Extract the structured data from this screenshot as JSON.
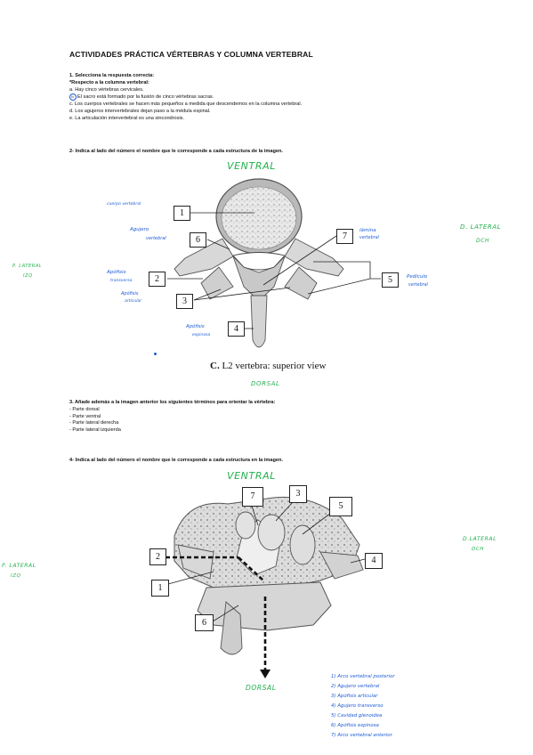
{
  "title": "ACTIVIDADES PRÁCTICA VÉRTEBRAS Y COLUMNA VERTEBRAL",
  "q1": {
    "heading": "1. Selecciona la respuesta correcta:",
    "subheading": "*Respecto a la columna vertebral:",
    "options": [
      "a. Hay cinco vértebras cervicales.",
      "El sacro está formado por la fusión de cinco vértebras sacras.",
      "c. Los cuerpos vertebrales se hacen más pequeños a medida que descendemos en la columna vertebral.",
      "d. Los agujeros intervertebrales dejan paso a la médula espinal.",
      "e. La articulación intervertebral es una sincondrosis."
    ],
    "selected_letter": "b."
  },
  "q2": {
    "heading": "2- Indica al lado del número el nombre que le corresponde a cada estructura de la imagen.",
    "caption_letter": "C.",
    "caption_text": "L2 vertebra: superior view",
    "boxes": [
      "1",
      "2",
      "3",
      "4",
      "5",
      "6",
      "7"
    ],
    "hw": {
      "ventral": "VENTRAL",
      "dorsal": "DORSAL",
      "lat_right": "D. LATERAL",
      "lat_right_sub": "DCH",
      "lat_left": "P. LATERAL",
      "lat_left_sub": "IZQ",
      "cuerpo": "cuerpo vertebral",
      "agujero": "Agujero",
      "agujero2": "vertebral",
      "lamina": "lámina",
      "lamina2": "vertebral",
      "pediculo": "Pedículo",
      "pediculo2": "vertebral",
      "ap_trans": "Apófisis",
      "ap_trans2": "transversa",
      "ap_art": "Apófisis",
      "ap_art2": "articular",
      "ap_esp": "Apófisis",
      "ap_esp2": "espinosa"
    }
  },
  "q3": {
    "heading": "3. Añade además a la imagen anterior los siguientes términos para orientar la vértebra:",
    "items": [
      "- Parte dorsal",
      "- Parte ventral",
      "- Parte lateral derecha",
      "- Parte lateral izquierda"
    ]
  },
  "q4": {
    "heading": "4- Indica al lado del número el nombre que le corresponde a cada estructura en la imagen.",
    "boxes": [
      "1",
      "2",
      "3",
      "4",
      "5",
      "6",
      "7"
    ],
    "hw": {
      "ventral": "VENTRAL",
      "dorsal": "DORSAL",
      "lat_right": "D.LATERAL",
      "lat_right_sub": "DCH",
      "lat_left": "P. LATERAL",
      "lat_left_sub": "IZQ"
    },
    "answers": [
      "1) Arco vertebral posterior",
      "2) Agujero vertebral",
      "3) Apófisis articular",
      "4) Agujero transverso",
      "5) Cavidad glenoidea",
      "6) Apófisis espinosa",
      "7) Arco vertebral anterior"
    ]
  },
  "colors": {
    "pen_blue": "#1d5bd6",
    "pen_green": "#22b14c"
  }
}
